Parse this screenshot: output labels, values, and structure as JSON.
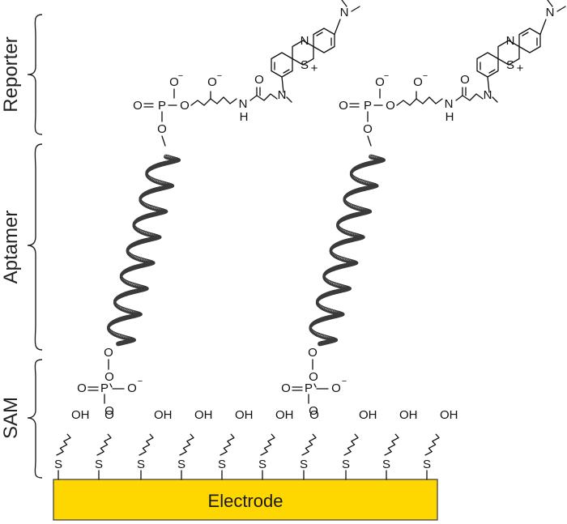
{
  "labels": {
    "reporter": "Reporter",
    "aptamer": "Aptamer",
    "sam": "SAM",
    "electrode": "Electrode"
  },
  "atoms": {
    "oxygen": "O",
    "phosphorus": "P",
    "sulfur": "S",
    "nitrogen": "N",
    "hydrogen": "H",
    "hydroxyl": "OH",
    "sulfonium": "S+",
    "minus": "−"
  },
  "colors": {
    "electrode_fill": "#FFD700",
    "electrode_stroke": "#444444",
    "helix_ribbon": "#3a3a3a",
    "helix_highlight": "#e8e8e8"
  }
}
